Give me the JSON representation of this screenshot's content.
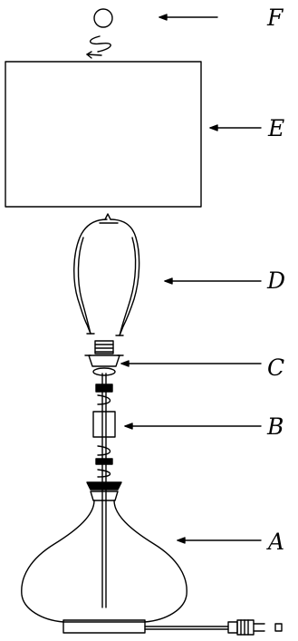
{
  "parts": [
    {
      "key": "F",
      "label": "F",
      "part": "finial"
    },
    {
      "key": "E",
      "label": "E",
      "part": "lamp-shade"
    },
    {
      "key": "D",
      "label": "D",
      "part": "harp"
    },
    {
      "key": "C",
      "label": "C",
      "part": "socket"
    },
    {
      "key": "B",
      "label": "B",
      "part": "neck-spacer"
    },
    {
      "key": "A",
      "label": "A",
      "part": "glass-base"
    }
  ],
  "colors": {
    "line": "#000000",
    "background": "#ffffff"
  }
}
